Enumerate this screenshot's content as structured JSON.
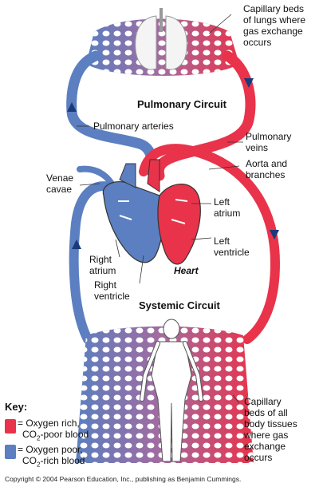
{
  "colors": {
    "oxygen_rich": "#e8334a",
    "oxygen_poor": "#5b7fc0",
    "mixed": "#a66a9e",
    "outline": "#333333"
  },
  "labels": {
    "capillary_lungs": [
      "Capillary beds",
      "of lungs where",
      "gas exchange",
      "occurs"
    ],
    "pulmonary_circuit": "Pulmonary Circuit",
    "pulmonary_arteries": "Pulmonary arteries",
    "pulmonary_veins": [
      "Pulmonary",
      "veins"
    ],
    "aorta": [
      "Aorta and",
      "branches"
    ],
    "venae_cavae": [
      "Venae",
      "cavae"
    ],
    "left_atrium": [
      "Left",
      "atrium"
    ],
    "left_ventricle": [
      "Left",
      "ventricle"
    ],
    "right_atrium": [
      "Right",
      "atrium"
    ],
    "right_ventricle": [
      "Right",
      "ventricle"
    ],
    "heart": "Heart",
    "systemic_circuit": "Systemic Circuit",
    "capillary_body": [
      "Capillary",
      "beds of all",
      "body tissues",
      "where gas",
      "exchange",
      "occurs"
    ]
  },
  "key": {
    "title": "Key:",
    "rich_line1": "= Oxygen rich,",
    "rich_line2_pre": "CO",
    "rich_line2_sub": "2",
    "rich_line2_post": "-poor blood",
    "poor_line1": "= Oxygen poor,",
    "poor_line2_pre": "CO",
    "poor_line2_sub": "2",
    "poor_line2_post": "-rich blood"
  },
  "copyright": "Copyright © 2004 Pearson Education, Inc., publishing as Benjamin Cummings."
}
